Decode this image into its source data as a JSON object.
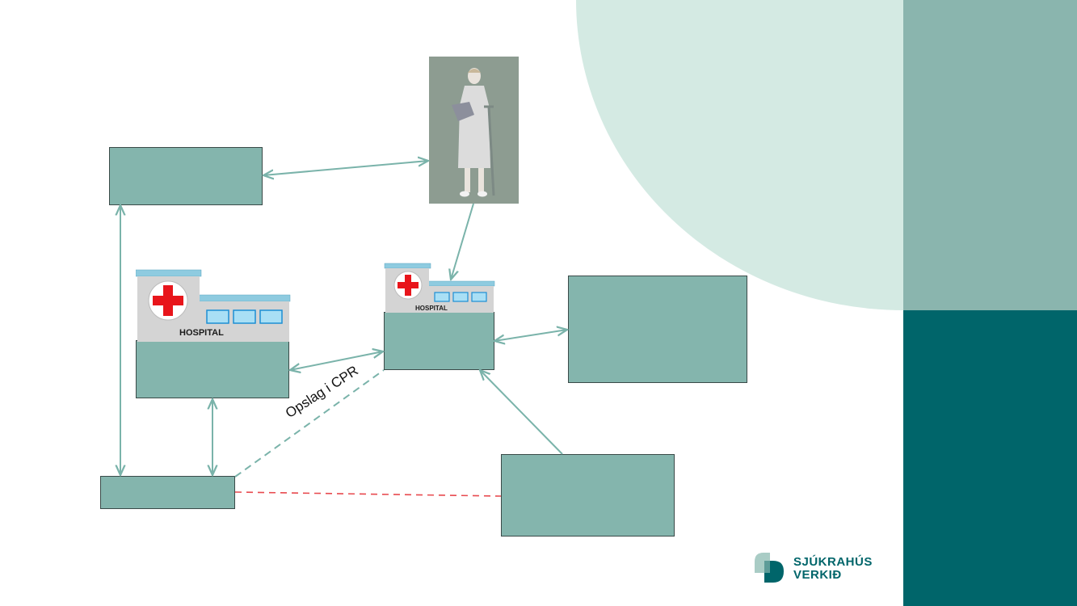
{
  "colors": {
    "box_fill": "#84b5ad",
    "arrow": "#7ab3aa",
    "red_dashed": "#e84a4f",
    "teal_dark": "#00656a",
    "teal_mid": "#8ab5ae",
    "teal_light": "#d4eae3"
  },
  "hospital_large": {
    "label": "HOSPITAL"
  },
  "hospital_small": {
    "label": "HOSPITAL"
  },
  "connector_label": "Opslag i CPR",
  "logo": {
    "line1": "SJÚKRAHÚS",
    "line2": "VERKIÐ"
  },
  "icons": [
    "patient-figure",
    "hospital-building-large",
    "hospital-building-small",
    "red-cross-icon"
  ]
}
